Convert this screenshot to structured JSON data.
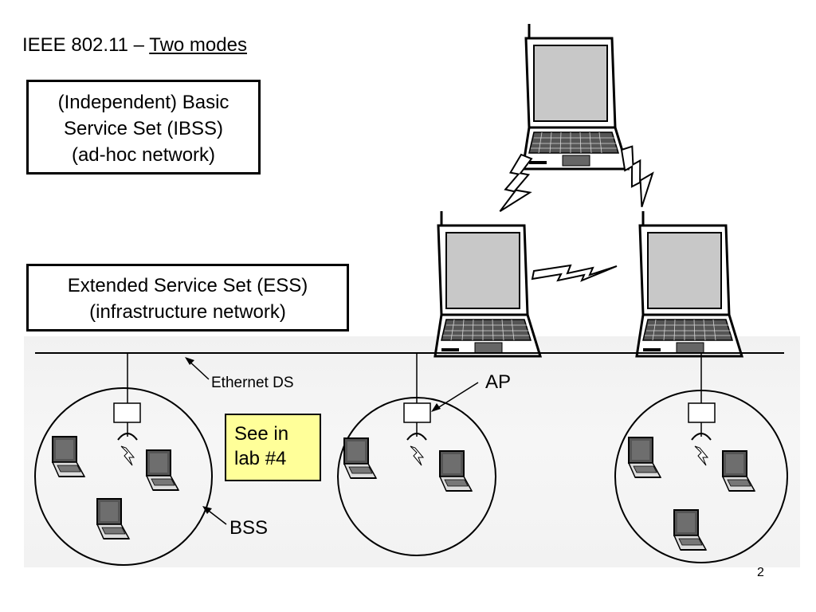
{
  "title": {
    "prefix": "IEEE 802.11 – ",
    "emphasis": "Two modes"
  },
  "ibss_box": {
    "line1": "(Independent) Basic",
    "line2": "Service Set (IBSS)",
    "line3": "(ad-hoc network)"
  },
  "ess_box": {
    "line1": "Extended Service Set (ESS)",
    "line2": "(infrastructure network)"
  },
  "ess_diagram": {
    "ethernet_label": "Ethernet DS",
    "ap_label": "AP",
    "bss_label": "BSS"
  },
  "lab_note": {
    "line1": "See in",
    "line2": "lab #4",
    "background": "#ffff99"
  },
  "slide_number": "2"
}
